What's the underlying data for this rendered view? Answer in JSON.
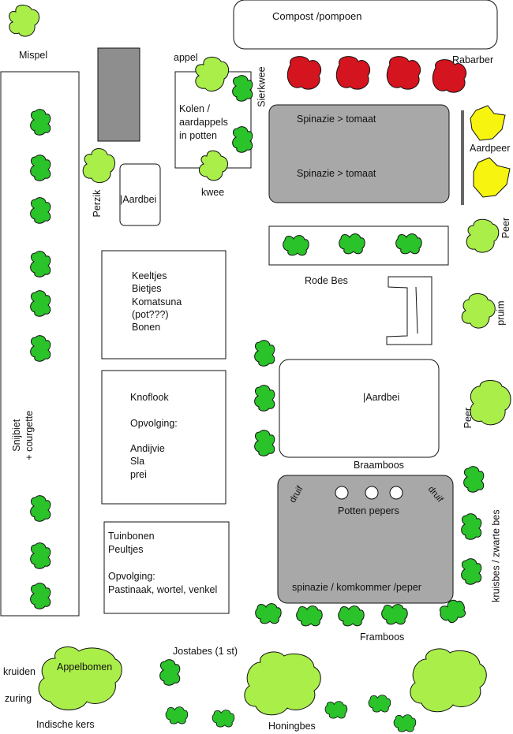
{
  "colors": {
    "bush_light": "#aaee4a",
    "bush_dark": "#2ac32a",
    "red": "#d4141e",
    "yellow": "#f7f50f",
    "grey_bed": "#a8a8a8",
    "grey_dark": "#8e8e8e",
    "stroke": "#111111"
  },
  "labels": {
    "compost": "Compost /pompoen",
    "mispel": "Mispel",
    "appel": "appel",
    "sierkwee": "Sierkwee",
    "rabarber": "Rabarber",
    "kolen": "Kolen /\naardappels\nin potten",
    "kwee": "kwee",
    "perzik": "Perzik",
    "aardbei1": "|Aardbei",
    "spinazie1": "Spinazie > tomaat",
    "spinazie2": "Spinazie > tomaat",
    "aardpeer": "Aardpeer",
    "peer1": "Peer",
    "rode_bes": "Rode Bes",
    "prium": "pruim",
    "bed1": "Keeltjes\nBietjes\nKomatsuna\n(pot???)\nBonen",
    "bed2": "Knoflook\n\nOpvolging:\n\nAndijvie\nSla\nprei",
    "aardbei2": "|Aardbei",
    "peer2": "Peer",
    "braamboos": "Braamboos",
    "snijbiet": "Snijbiet\n+ courgette",
    "druif1": "druif",
    "druif2": "druif",
    "potten_pepers": "Potten pepers",
    "spinazie_komkommer": "spinazie / komkommer /peper",
    "kruisbes": "kruisbes / zwarte bes",
    "bed3": "Tuinbonen\nPeultjes\n\nOpvolging:\nPastinaak, wortel, venkel",
    "framboos": "Framboos",
    "jostabes": "Jostabes (1 st)",
    "appelbomen": "Appelbomen",
    "kruiden": "kruiden",
    "zuring": "zuring",
    "indische_kers": "Indische kers",
    "honingbes": "Honingbes"
  }
}
